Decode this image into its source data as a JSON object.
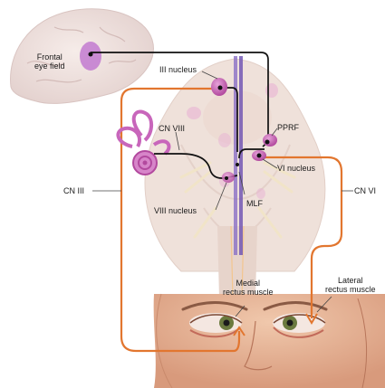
{
  "labels": {
    "frontal_eye_field_line1": "Frontal",
    "frontal_eye_field_line2": "eye field",
    "iii_nucleus": "III nucleus",
    "cn_viii": "CN VIII",
    "pprf": "PPRF",
    "vi_nucleus": "VI nucleus",
    "viii_nucleus": "VIII nucleus",
    "mlf": "MLF",
    "cn_iii": "CN III",
    "cn_vi": "CN VI",
    "medial_rectus_line1": "Medial",
    "medial_rectus_line2": "rectus muscle",
    "lateral_rectus_line1": "Lateral",
    "lateral_rectus_line2": "rectus muscle"
  },
  "colors": {
    "nerve_pathway": "#e2762f",
    "neural_tract": "#111111",
    "nucleus": "#c865b8",
    "mlf_band": "#8a6fc6",
    "brainstem": "#ead8cf",
    "skin": "#e7b89a"
  }
}
